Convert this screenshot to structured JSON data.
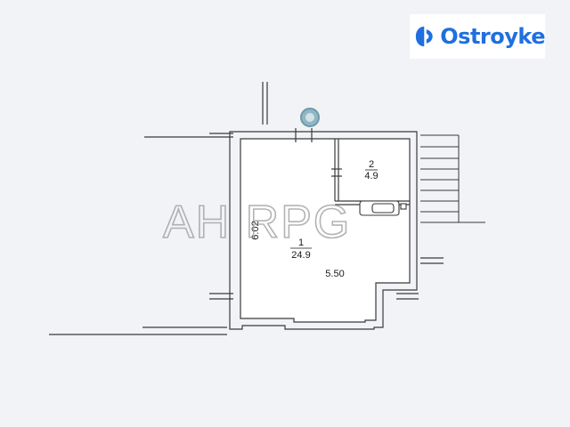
{
  "brand": {
    "name": "Ostroyke",
    "icon": "ostroyke-logo-icon",
    "color": "#1f6fe0"
  },
  "watermark": "AH RPG",
  "plan": {
    "rooms": [
      {
        "number": "1",
        "area": "24.9"
      },
      {
        "number": "2",
        "area": "4.9"
      }
    ],
    "dimensions": {
      "height": "6.02",
      "width": "5.50"
    }
  },
  "colors": {
    "background": "#f1f3f6",
    "wall": "#3a3a3a",
    "wall_fill": "#ffffff",
    "marker": "#6f9aa8"
  }
}
